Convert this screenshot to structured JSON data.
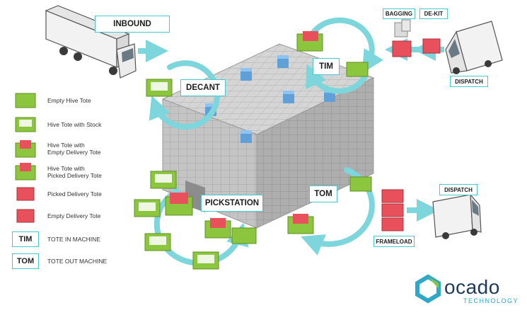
{
  "labels": {
    "inbound": "INBOUND",
    "decant": "DECANT",
    "tim": "TIM",
    "tom": "TOM",
    "pickstation": "PICKSTATION",
    "dispatch_top": "DISPATCH",
    "dispatch_bottom": "DISPATCH",
    "bagging": "BAGGING",
    "dekit": "DE-KIT",
    "frameload": "FRAMELOAD"
  },
  "legend": [
    {
      "text": "Empty Hive Tote",
      "icon": "empty-hive-tote"
    },
    {
      "text": "Hive Tote with Stock",
      "icon": "hive-tote-with-stock"
    },
    {
      "text": "Hive Tote with\nEmpty Delivery Tote",
      "icon": "hive-tote-with-empty-delivery-tote"
    },
    {
      "text": "Hive Tote with\nPicked Delivery Tote",
      "icon": "hive-tote-with-picked-delivery-tote"
    },
    {
      "text": "Picked Delivery Tote",
      "icon": "picked-delivery-tote"
    },
    {
      "text": "Empty Delivery Tote",
      "icon": "empty-delivery-tote"
    }
  ],
  "legend_abbrev": [
    {
      "key": "TIM",
      "text": "TOTE IN MACHINE"
    },
    {
      "key": "TOM",
      "text": "TOTE OUT MACHINE"
    }
  ],
  "logo": {
    "name": "ocado",
    "sub": "TECHNOLOGY"
  },
  "colors": {
    "arrow": "#7dd6dc",
    "label_border": "#49c8cf",
    "green_tote": "#8cc63f",
    "red_tote": "#e8505b",
    "grid": "#bdbdbd",
    "logo": "#1e3a5c"
  }
}
